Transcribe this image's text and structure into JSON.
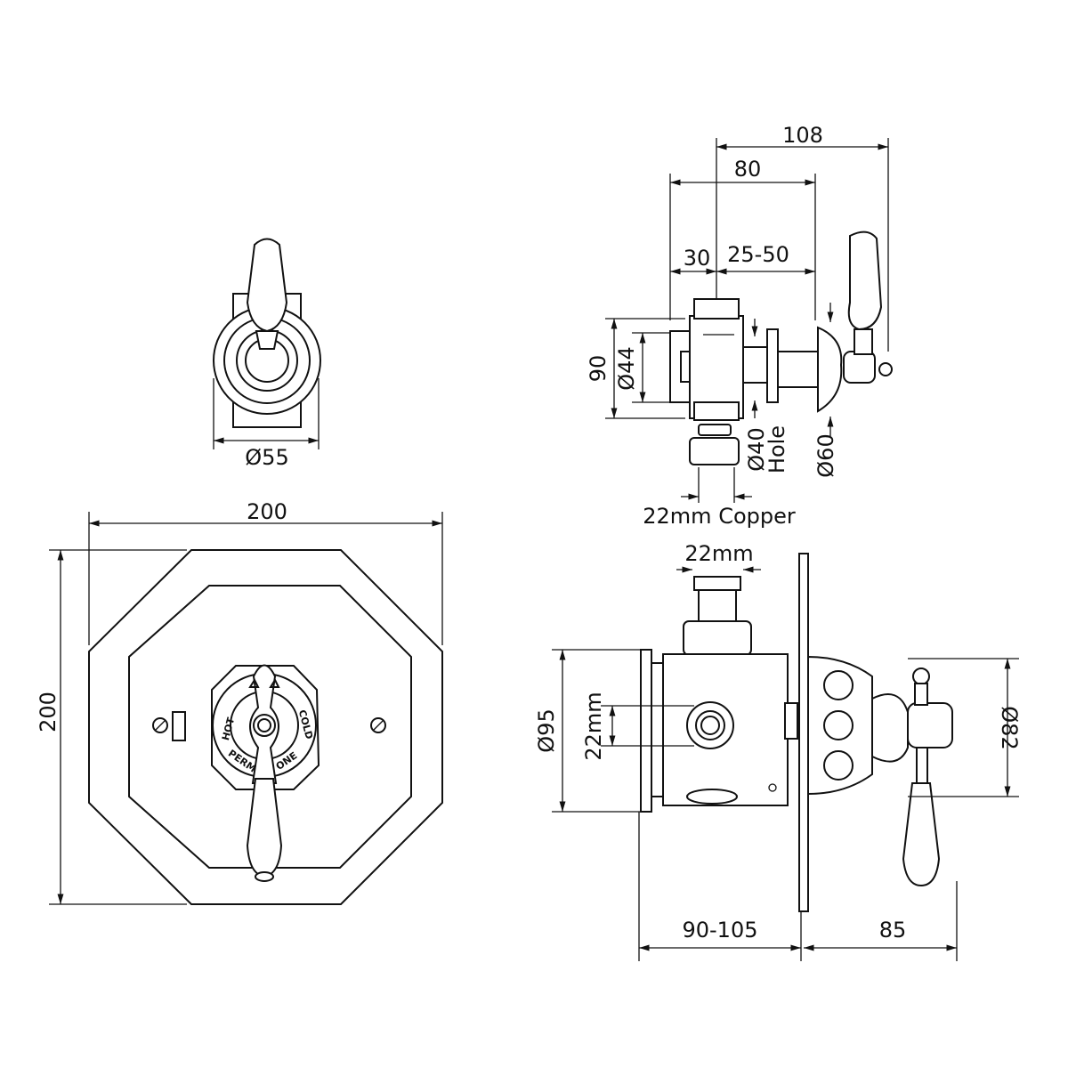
{
  "dimensions": {
    "top_view_diameter": "Ø55",
    "plate_width": "200",
    "plate_height": "200",
    "side_overall": "108",
    "side_80": "80",
    "side_30": "30",
    "side_wall_range": "25-50",
    "side_height": "90",
    "side_body_diameter": "Ø44",
    "hole_diameter": "Ø40",
    "hole_label": "Hole",
    "flange_diameter": "Ø60",
    "copper_pipe": "22mm Copper",
    "inlet_top": "22mm",
    "inlet_side": "22mm",
    "body_diameter": "Ø95",
    "handle_rose_diameter": "Ø82",
    "depth_range": "90-105",
    "projection": "85"
  },
  "dial_labels": {
    "hot": "HOT",
    "cold": "COLD",
    "lower_left": "PERM",
    "lower_right": "ONE"
  }
}
